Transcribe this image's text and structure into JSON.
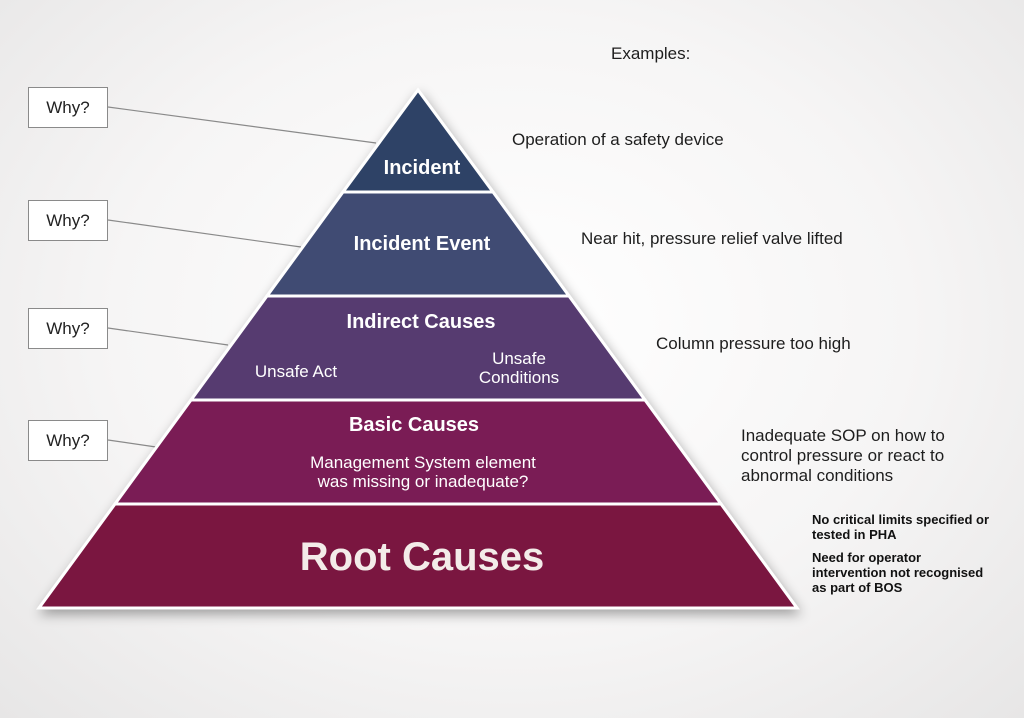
{
  "colors": {
    "incident": "#2e4366",
    "incident_event": "#3f4b73",
    "indirect_causes": "#573b6f",
    "basic_causes": "#7a1f55",
    "root_causes": "#7a1641",
    "outline": "#ffffff",
    "connector": "#8a8a8a"
  },
  "why_label": "Why?",
  "examples_title": "Examples:",
  "levels": {
    "incident": {
      "title": "Incident"
    },
    "incident_event": {
      "title": "Incident Event"
    },
    "indirect_causes": {
      "title": "Indirect Causes",
      "left_note": "Unsafe Act",
      "right_note": [
        "Unsafe",
        "Conditions"
      ]
    },
    "basic_causes": {
      "title": "Basic Causes",
      "note": [
        "Management System element",
        "was missing or inadequate?"
      ]
    },
    "root_causes": {
      "title": "Root Causes"
    }
  },
  "examples": {
    "incident": "Operation of a safety device",
    "incident_event": "Near hit, pressure relief valve lifted",
    "indirect_causes": "Column pressure too high",
    "basic_causes": [
      "Inadequate SOP on how to",
      "control pressure or react to",
      "abnormal conditions"
    ],
    "root_causes": [
      [
        "No critical limits specified or",
        "tested in PHA"
      ],
      [
        "Need for operator",
        "intervention not recognised",
        "as part of BOS"
      ]
    ]
  }
}
